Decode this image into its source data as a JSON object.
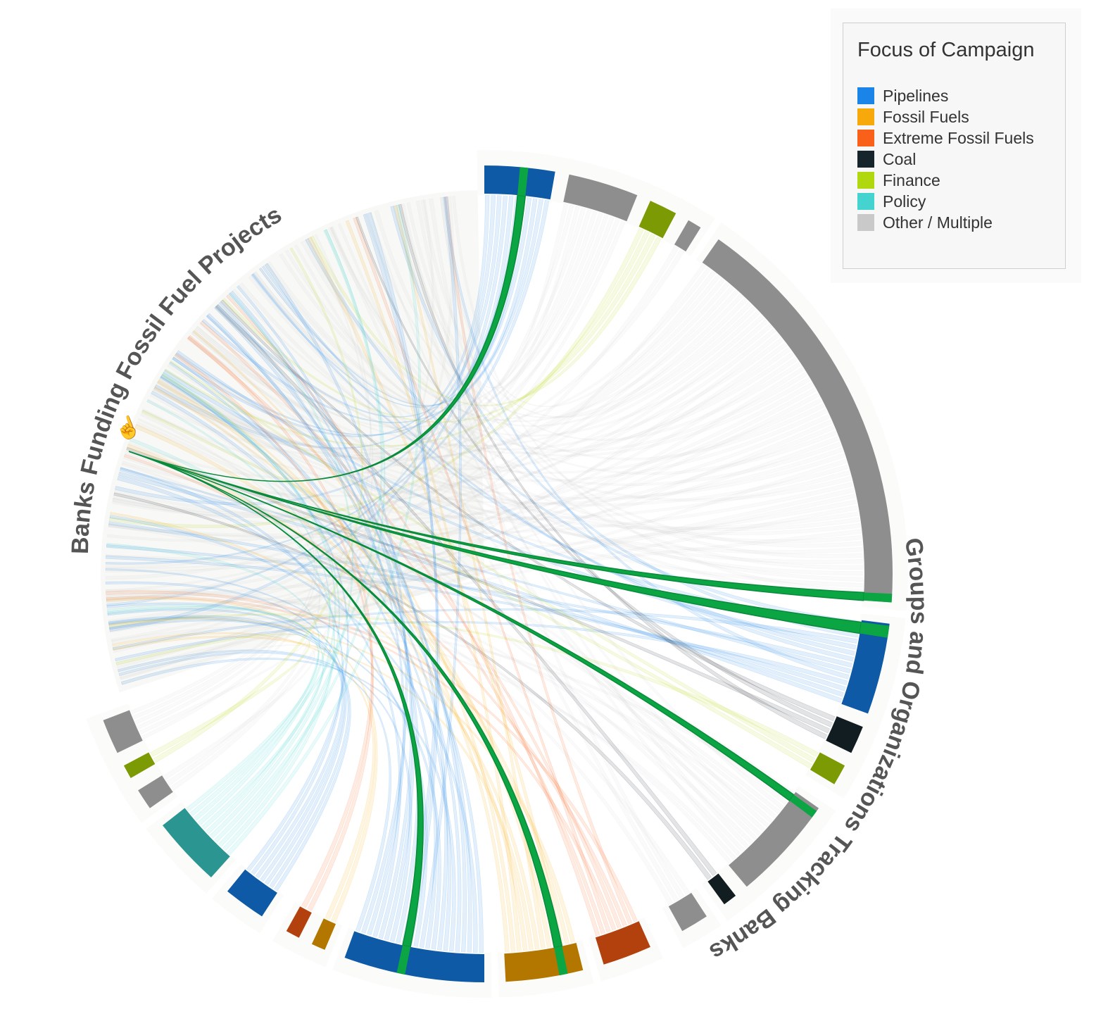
{
  "legend": {
    "title": "Focus of Campaign",
    "items": [
      {
        "label": "Pipelines",
        "color": "#1a84e8",
        "icon": "legend-swatch-pipelines"
      },
      {
        "label": "Fossil Fuels",
        "color": "#f7a90c",
        "icon": "legend-swatch-fossil-fuels"
      },
      {
        "label": "Extreme Fossil Fuels",
        "color": "#f96019",
        "icon": "legend-swatch-extreme-fossil-fuels"
      },
      {
        "label": "Coal",
        "color": "#16242b",
        "icon": "legend-swatch-coal"
      },
      {
        "label": "Finance",
        "color": "#b1d70f",
        "icon": "legend-swatch-finance"
      },
      {
        "label": "Policy",
        "color": "#45d3d0",
        "icon": "legend-swatch-policy"
      },
      {
        "label": "Other / Multiple",
        "color": "#c9c9c9",
        "icon": "legend-swatch-other"
      }
    ]
  },
  "diagram": {
    "banks_label": "Banks Funding Fossil Fuel Projects",
    "groups_label": "Groups and Organizations Tracking Banks",
    "highlight_color": "#0ba543",
    "cursor_icon": "hand-pointer-icon"
  }
}
